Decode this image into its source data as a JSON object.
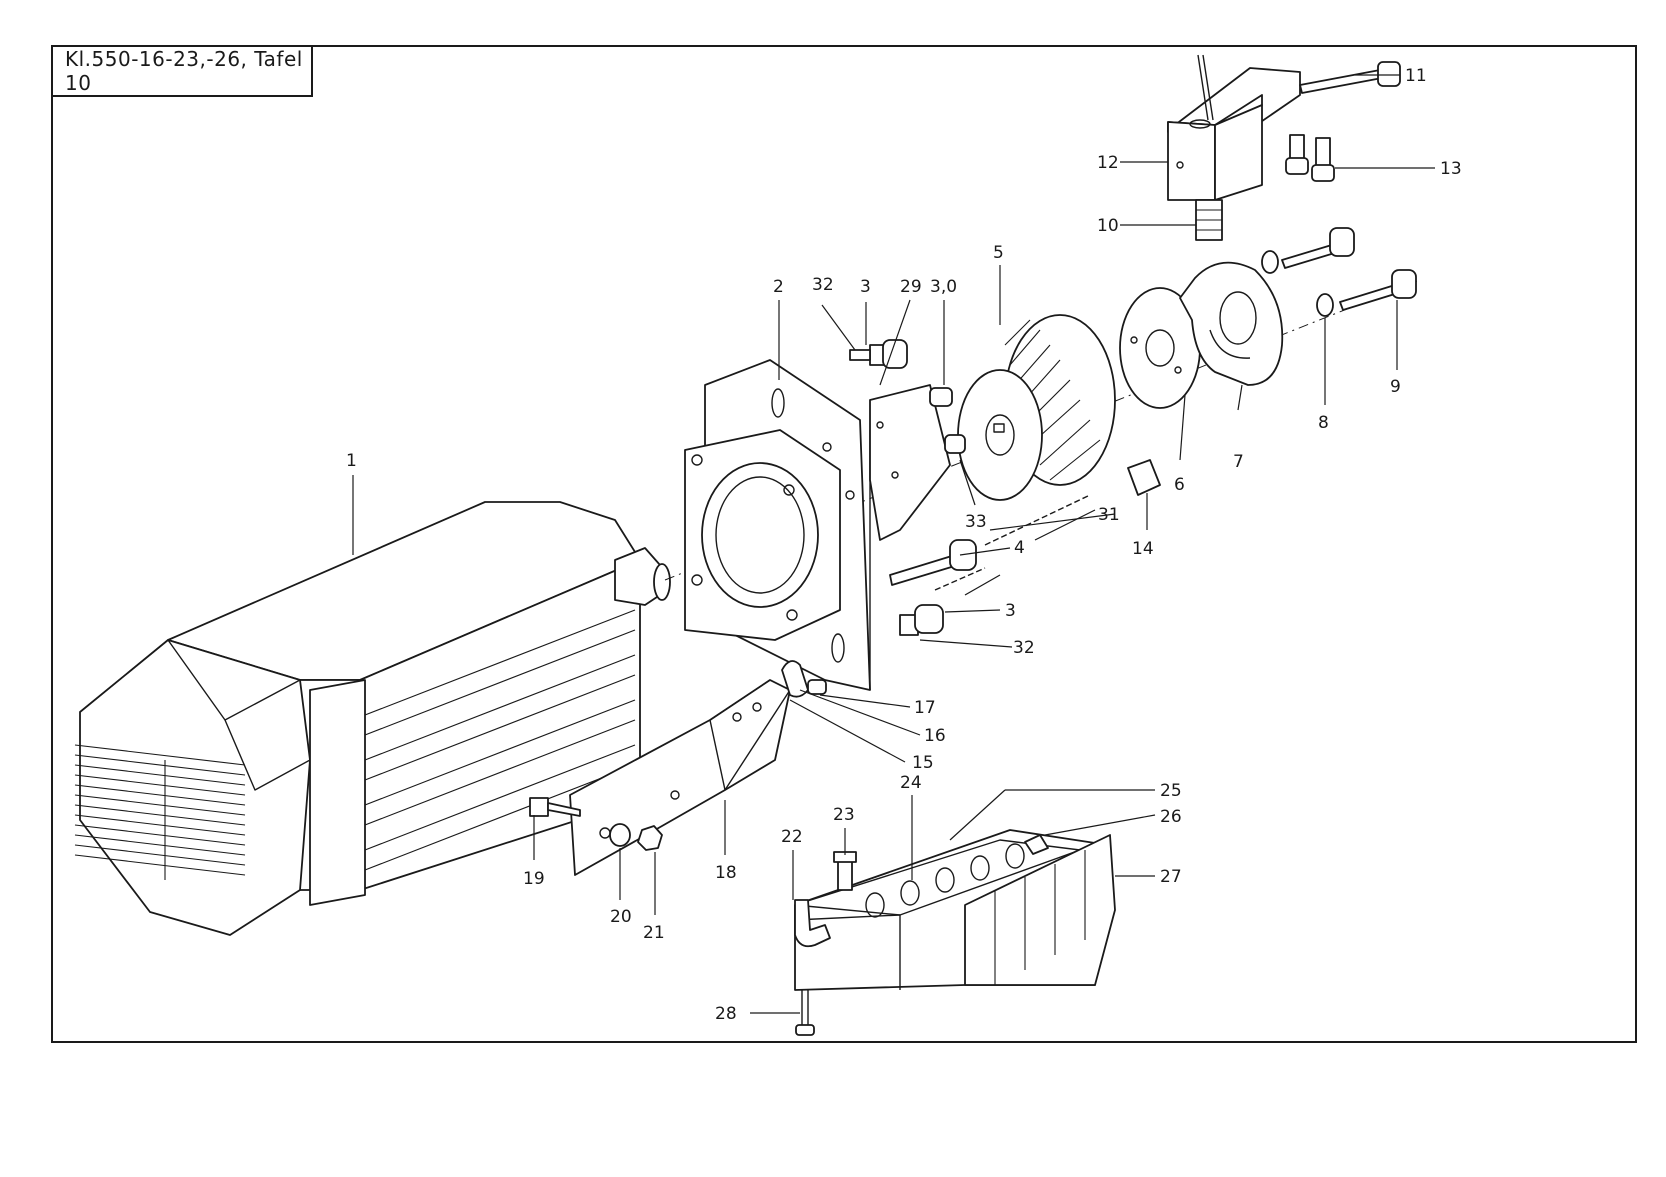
{
  "title": "Kl.550-16-23,-26, Tafel 10",
  "callouts": [
    {
      "id": "1",
      "text": "1"
    },
    {
      "id": "2",
      "text": "2"
    },
    {
      "id": "3a",
      "text": "3"
    },
    {
      "id": "3b",
      "text": "3"
    },
    {
      "id": "4",
      "text": "4"
    },
    {
      "id": "5",
      "text": "5"
    },
    {
      "id": "6",
      "text": "6"
    },
    {
      "id": "7",
      "text": "7"
    },
    {
      "id": "8",
      "text": "8"
    },
    {
      "id": "9",
      "text": "9"
    },
    {
      "id": "10",
      "text": "10"
    },
    {
      "id": "11",
      "text": "11"
    },
    {
      "id": "12",
      "text": "12"
    },
    {
      "id": "13",
      "text": "13"
    },
    {
      "id": "14",
      "text": "14"
    },
    {
      "id": "15",
      "text": "15"
    },
    {
      "id": "16",
      "text": "16"
    },
    {
      "id": "17",
      "text": "17"
    },
    {
      "id": "18",
      "text": "18"
    },
    {
      "id": "19",
      "text": "19"
    },
    {
      "id": "20",
      "text": "20"
    },
    {
      "id": "21",
      "text": "21"
    },
    {
      "id": "22",
      "text": "22"
    },
    {
      "id": "23",
      "text": "23"
    },
    {
      "id": "24",
      "text": "24"
    },
    {
      "id": "25",
      "text": "25"
    },
    {
      "id": "26",
      "text": "26"
    },
    {
      "id": "27",
      "text": "27"
    },
    {
      "id": "28",
      "text": "28"
    },
    {
      "id": "29",
      "text": "29"
    },
    {
      "id": "30",
      "text": "3,0"
    },
    {
      "id": "31",
      "text": "31"
    },
    {
      "id": "32a",
      "text": "32"
    },
    {
      "id": "32b",
      "text": "32"
    },
    {
      "id": "33",
      "text": "33"
    }
  ]
}
